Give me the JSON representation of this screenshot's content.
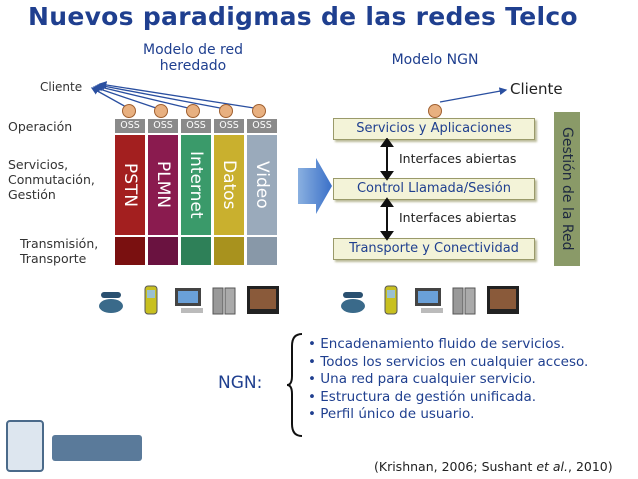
{
  "title": "Nuevos paradigmas de las redes Telco",
  "legacy": {
    "header": "Modelo de red heredado",
    "cliente": "Cliente",
    "rows": {
      "operacion": "Operación",
      "servicios": "Servicios, Conmutación, Gestión",
      "transmision": "Transmisión, Transporte"
    },
    "oss_label": "OSS",
    "columns": [
      {
        "name": "PSTN",
        "color": "#a31f1f"
      },
      {
        "name": "PLMN",
        "color": "#8a1b4f"
      },
      {
        "name": "Internet",
        "color": "#3a9a6a"
      },
      {
        "name": "Datos",
        "color": "#c9b02e"
      },
      {
        "name": "Video",
        "color": "#9aaabb"
      }
    ]
  },
  "ngn": {
    "header": "Modelo NGN",
    "cliente": "Cliente",
    "layers": [
      "Servicios y Aplicaciones",
      "Control Llamada/Sesión",
      "Transporte y Conectividad"
    ],
    "interfaces": [
      "Interfaces abiertas",
      "Interfaces abiertas"
    ],
    "gestion": "Gestión de la Red"
  },
  "summary": {
    "label": "NGN:",
    "bullets": [
      "Encadenamiento fluido de servicios.",
      "Todos los servicios en cualquier acceso.",
      "Una red para cualquier servicio.",
      "Estructura de gestión unificada.",
      "Perfil único de usuario."
    ]
  },
  "citation": {
    "pre": "(Krishnan, 2006; Sushant ",
    "italic": "et al.",
    "post": ", 2010)"
  },
  "colors": {
    "title": "#1f3f8f",
    "box_fill": "#f3f3d8",
    "arrow": "#2a4fa0",
    "gestion_fill": "#8a9a68"
  }
}
